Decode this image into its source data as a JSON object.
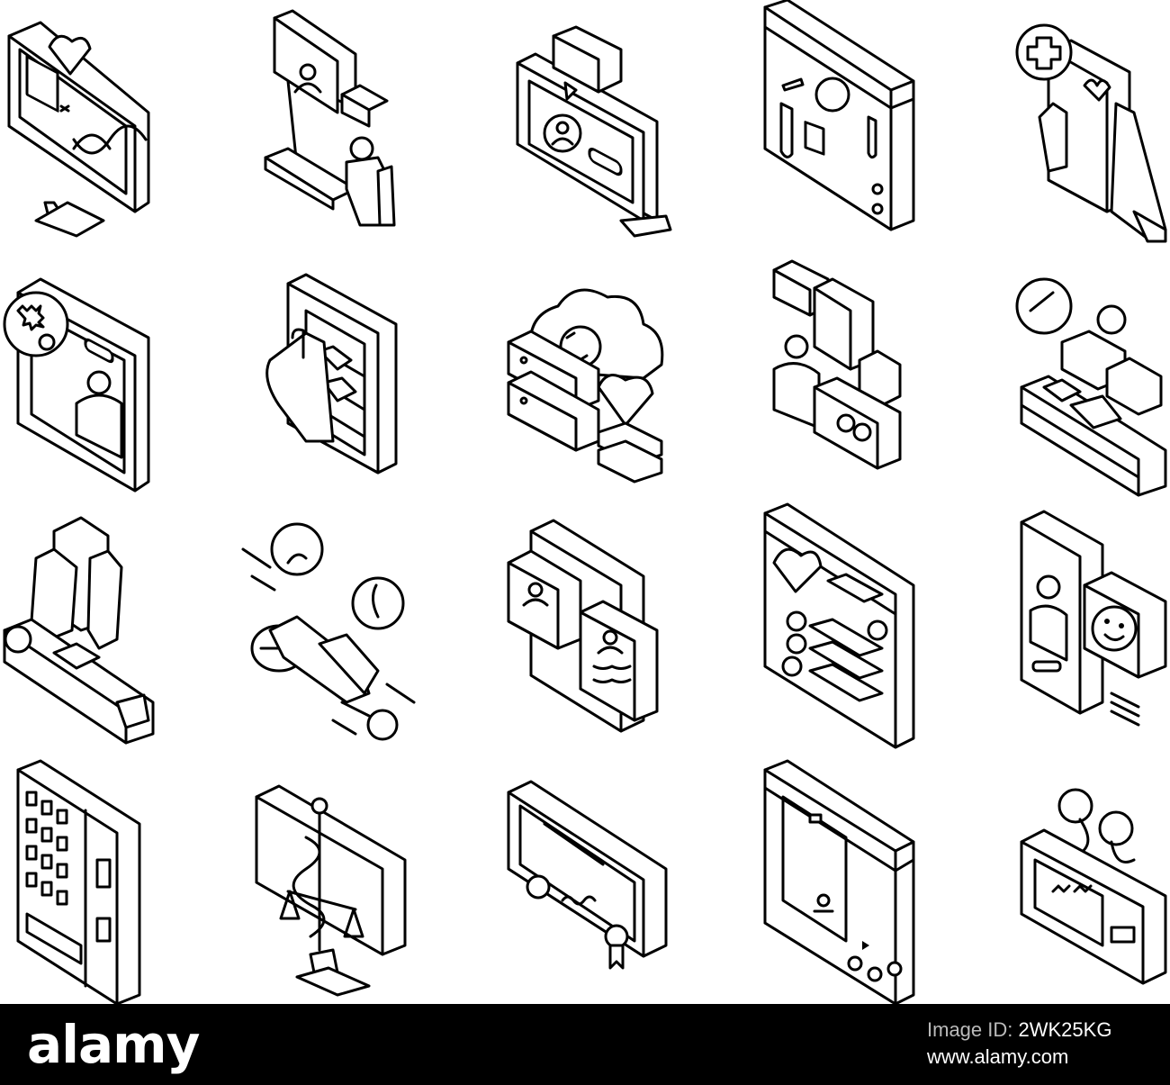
{
  "watermark": {
    "logo_text": "alamy",
    "image_id_label": "Image ID:",
    "image_id": "2WK25KG",
    "site": "www.alamy.com"
  },
  "artwork": {
    "style": "isometric line icon set",
    "line_color": "#000000",
    "fill_color": "#ffffff",
    "grid": {
      "rows": 4,
      "columns": 5
    },
    "icons": [
      {
        "name": "monitor-dna-heart-icon"
      },
      {
        "name": "doctor-presentation-board-icon"
      },
      {
        "name": "laptop-video-chat-icon"
      },
      {
        "name": "lab-web-page-icon"
      },
      {
        "name": "phone-medical-hand-icon"
      },
      {
        "name": "tablet-virus-patient-icon"
      },
      {
        "name": "hand-phone-medicine-shelf-icon"
      },
      {
        "name": "cloud-server-heart-icon"
      },
      {
        "name": "pharmacist-shelves-icon"
      },
      {
        "name": "conveyor-pill-robot-icon"
      },
      {
        "name": "robot-arm-conveyor-icon"
      },
      {
        "name": "pills-capsule-icon"
      },
      {
        "name": "tablet-doctor-profiles-icon"
      },
      {
        "name": "web-page-heart-users-icon"
      },
      {
        "name": "phone-patient-smile-icon"
      },
      {
        "name": "vending-machine-icon"
      },
      {
        "name": "monitor-caduceus-scales-icon"
      },
      {
        "name": "certificate-diploma-icon"
      },
      {
        "name": "web-page-document-icon"
      },
      {
        "name": "pager-device-icon"
      }
    ]
  }
}
